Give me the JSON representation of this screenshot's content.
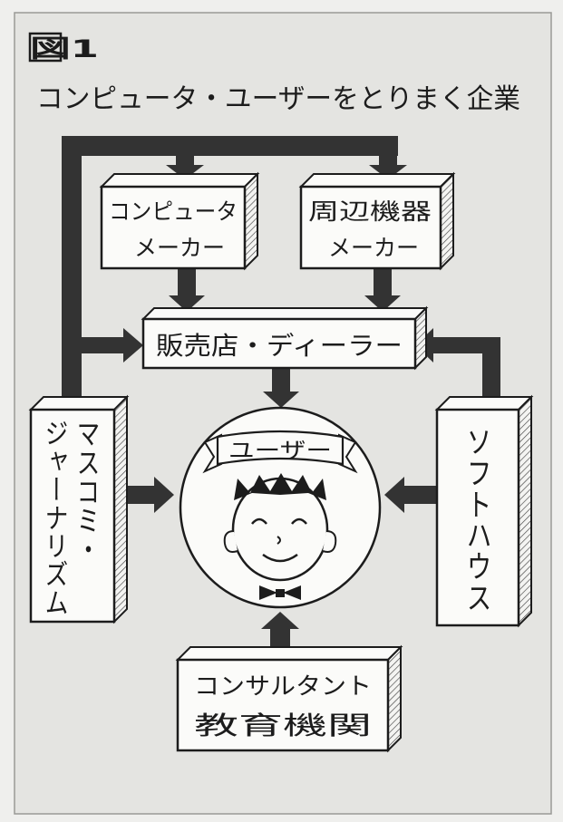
{
  "figure_label": "図1",
  "title": "コンピュータ・ユーザーをとりまく企業",
  "boxes": {
    "computer_maker": {
      "line1": "コンピュータ",
      "line2": "メーカー"
    },
    "peripheral_maker": {
      "line1": "周辺機器",
      "line2": "メーカー"
    },
    "dealer": {
      "label": "販売店・ディーラー"
    },
    "media": {
      "line1": "マスコミ・",
      "line2": "ジャーナリズム"
    },
    "software_house": {
      "label": "ソフトハウス"
    },
    "consultant": {
      "line1": "コンサルタント",
      "line2": "教育機関"
    }
  },
  "user": {
    "banner": "ユーザー"
  },
  "colors": {
    "paper": "#efefed",
    "page": "#e4e4e1",
    "ink": "#1c1c1c",
    "box": "#fbfbf9",
    "arrow": "#333333"
  }
}
